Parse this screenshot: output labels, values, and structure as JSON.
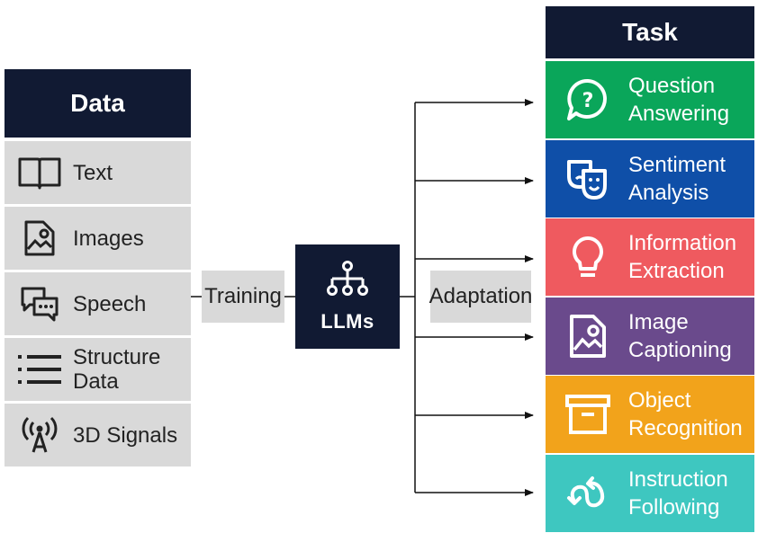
{
  "data_column": {
    "header": "Data",
    "items": [
      {
        "label": "Text",
        "icon": "book-icon"
      },
      {
        "label": "Images",
        "icon": "image-icon"
      },
      {
        "label": "Speech",
        "icon": "speech-bubbles-icon"
      },
      {
        "label": "Structure\nData",
        "icon": "list-icon"
      },
      {
        "label": "3D Signals",
        "icon": "signal-tower-icon"
      }
    ]
  },
  "center": {
    "training_label": "Training",
    "llm_label": "LLMs",
    "llm_icon": "network-hierarchy-icon",
    "adaptation_label": "Adaptation"
  },
  "task_column": {
    "header": "Task",
    "items": [
      {
        "label": "Question\nAnswering",
        "icon": "question-bubble-icon",
        "color": "#0aa65a"
      },
      {
        "label": "Sentiment\nAnalysis",
        "icon": "theater-masks-icon",
        "color": "#0f4fa8"
      },
      {
        "label": "Information\nExtraction",
        "icon": "lightbulb-icon",
        "color": "#ef5a5f"
      },
      {
        "label": "Image\nCaptioning",
        "icon": "image-icon",
        "color": "#6a4a8c"
      },
      {
        "label": "Object\nRecognition",
        "icon": "archive-box-icon",
        "color": "#f2a31b"
      },
      {
        "label": "Instruction\nFollowing",
        "icon": "loop-arrows-icon",
        "color": "#3ec7c0"
      }
    ]
  },
  "colors": {
    "header_bg": "#111a33",
    "data_item_bg": "#d9d9d9",
    "connector": "#111111"
  }
}
